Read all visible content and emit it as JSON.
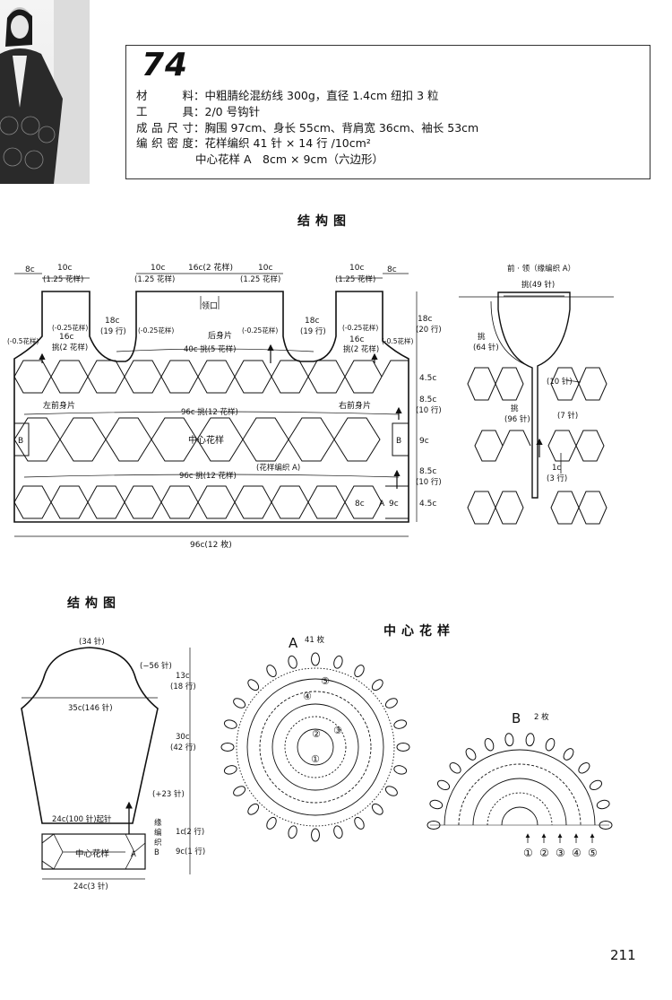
{
  "pattern_number": "74",
  "specs": [
    {
      "key": "材　　料",
      "value": "中粗腈纶混纺线 300g，直径 1.4cm 纽扣 3 粒"
    },
    {
      "key": "工　　具",
      "value": "2/0 号钩针"
    },
    {
      "key": "成品尺寸",
      "value": "胸围 97cm、身长 55cm、背肩宽 36cm、袖长 53cm"
    },
    {
      "key": "编织密度",
      "value": "花样编织 41 针 × 14 行 /10cm²"
    }
  ],
  "spec_extra": "中心花样 A　8cm × 9cm（六边形）",
  "section1_title": "结构图",
  "section2_title": "结构图",
  "motif_title": "中心花样",
  "body_labels": {
    "l1": "8c",
    "l2": "10c",
    "l3": "(1.25 花样)",
    "l4": "10c",
    "l5": "(1.25 花样)",
    "l6": "16c(2 花样)",
    "l7": "10c",
    "l8": "(1.25 花样)",
    "l9": "10c",
    "l10": "(1.25 花样)",
    "l11": "8c",
    "neck": "领口",
    "back": "后身片",
    "pick40": "40c 挑(5 花样)",
    "s18a": "18c",
    "s19a": "(19 行)",
    "s18b": "18c",
    "s19b": "(19 行)",
    "s18c": "18c",
    "s20": "(20 行)",
    "m025a": "(-0.25花样)",
    "m16a": "16c",
    "m2a": "挑(2 花样)",
    "m05a": "(-0.5花样)",
    "m025b": "(-0.25花样)",
    "m025c": "(-0.25花样)",
    "m025d": "(-0.25花样)",
    "m16b": "16c",
    "m2b": "挑(2 花样)",
    "m05b": "(-0.5花样)",
    "leftfront": "左前身片",
    "rightfront": "右前身片",
    "pick96a": "96c 挑(12 花样)",
    "center": "中心花样",
    "pick96b": "96c 挑(12 花样)",
    "patA": "(花样编织 A)",
    "B1": "B",
    "B2": "B",
    "A": "A",
    "c8": "8c",
    "c9": "9c",
    "r45a": "4.5c",
    "r85a": "8.5c",
    "r10a": "(10 行)",
    "r9": "9c",
    "r85b": "8.5c",
    "r10b": "(10 行)",
    "r45b": "4.5c",
    "bottom": "96c(12 枚)"
  },
  "collar_labels": {
    "title": "前 · 领（缘编织 A）",
    "pick49": "挑(49 针)",
    "pick": "挑",
    "st64": "(64 针)",
    "st10": "(10 针)",
    "pick2": "挑",
    "st96": "(96 针)",
    "st7": "(7 针)",
    "c1": "1c",
    "r3": "(3 行)"
  },
  "sleeve_labels": {
    "top": "(34 针)",
    "dec": "(−56 针)",
    "s13": "13c",
    "r18": "(18 行)",
    "w35": "35c(146 针)",
    "s30": "30c",
    "r42": "(42 行)",
    "inc": "(+23 针)",
    "start": "24c(100 针)起针",
    "edge1": "缘",
    "edge2": "编",
    "edge3": "织",
    "edge4": "B",
    "c1": "1c",
    "r2": "(2 行)",
    "c9": "9c",
    "r1": "(1 行)",
    "center": "中心花样",
    "A": "A",
    "bottom": "24c(3 针)"
  },
  "motif": {
    "A_label": "A",
    "A_count": "41 枚",
    "B_label": "B",
    "B_count": "2 枚",
    "rounds": [
      "①",
      "②",
      "③",
      "④",
      "⑤"
    ]
  },
  "page_number": "211"
}
